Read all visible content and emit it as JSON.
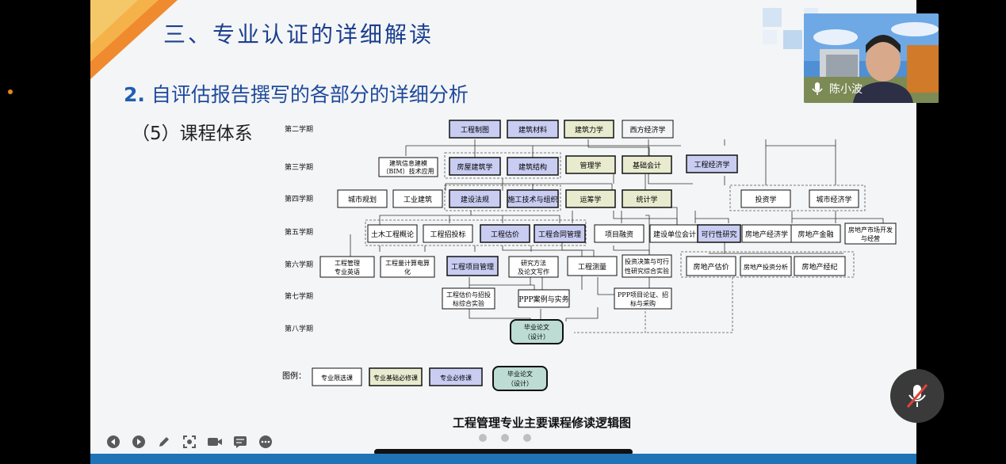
{
  "slide": {
    "title": "三、专业认证的详细解读",
    "subtitle_num": "2.",
    "subtitle_text": "自评估报告撰写的各部分的详细分析",
    "section": "（5）课程体系",
    "caption": "工程管理专业主要课程修读逻辑图"
  },
  "semesters": [
    "第二学期",
    "第三学期",
    "第四学期",
    "第五学期",
    "第六学期",
    "第七学期",
    "第八学期"
  ],
  "courses": {
    "c_gczt": "工程制图",
    "c_jzcl": "建筑材料",
    "c_jzlx": "建筑力学",
    "c_xfjj": "西方经济学",
    "c_bim1": "建筑信息建模",
    "c_bim2": "（BIM）技术应用",
    "c_fwjz": "房屋建筑学",
    "c_jzjg": "建筑结构",
    "c_glx": "管理学",
    "c_jckj": "基础会计",
    "c_gcjj": "工程经济学",
    "c_csgh": "城市规划",
    "c_gyjz": "工业建筑",
    "c_jsfg": "建设法规",
    "c_sgjs": "施工技术与组织",
    "c_ycx": "运筹学",
    "c_tjx": "统计学",
    "c_tzx": "投资学",
    "c_csjj": "城市经济学",
    "c_tmgc": "土木工程概论",
    "c_gczb": "工程招投标",
    "c_gcgj": "工程估价",
    "c_gcht": "工程合同管理",
    "c_xmrz": "项目融资",
    "c_jsdw": "建设单位会计",
    "c_kxx": "可行性研究",
    "c_fdcjj": "房地产经济学",
    "c_fdcjr": "房地产金融",
    "c_fdcsc1": "房地产市场开发",
    "c_fdcsc2": "与经营",
    "c_gcgl1": "工程管理",
    "c_gcgl2": "专业英语",
    "c_gcjs1": "工程量计算电算",
    "c_gcjs2": "化",
    "c_gcxm": "工程项目管理",
    "c_yjff1": "研究方法",
    "c_yjff2": "及论文写作",
    "c_gccl": "工程测量",
    "c_tzjc1": "投资决策与可行",
    "c_tzjc2": "性研究综合实验",
    "c_fdcgj": "房地产估价",
    "c_fdctz": "房地产投资分析",
    "c_fdcjjr": "房地产经纪",
    "c_gcsy1": "工程估价与招投",
    "c_gcsy2": "标综合实验",
    "c_ppp": "PPP案例与实务",
    "c_pppxm1": "PPP项目论证、招",
    "c_pppxm2": "标与采购",
    "c_bylw1": "毕业论文",
    "c_bylw2": "（设计）"
  },
  "legend": {
    "label": "图例：",
    "elective": "专业限选课",
    "foundation": "专业基础必修课",
    "required": "专业必修课",
    "thesis1": "毕业论文",
    "thesis2": "（设计）"
  },
  "video": {
    "name": "陈小波"
  },
  "colors": {
    "title": "#1b3f8f",
    "required_fill": "#c9cdf2",
    "foundation_fill": "#e9ebcf",
    "thesis_fill": "#bcdcd4",
    "accent_bar": "#1f73b7"
  },
  "icons": {
    "toolbar": [
      "prev-icon",
      "next-icon",
      "pen-icon",
      "screenshot-icon",
      "camera-icon",
      "comment-icon",
      "more-icon"
    ],
    "mute": "mic-muted-icon"
  }
}
